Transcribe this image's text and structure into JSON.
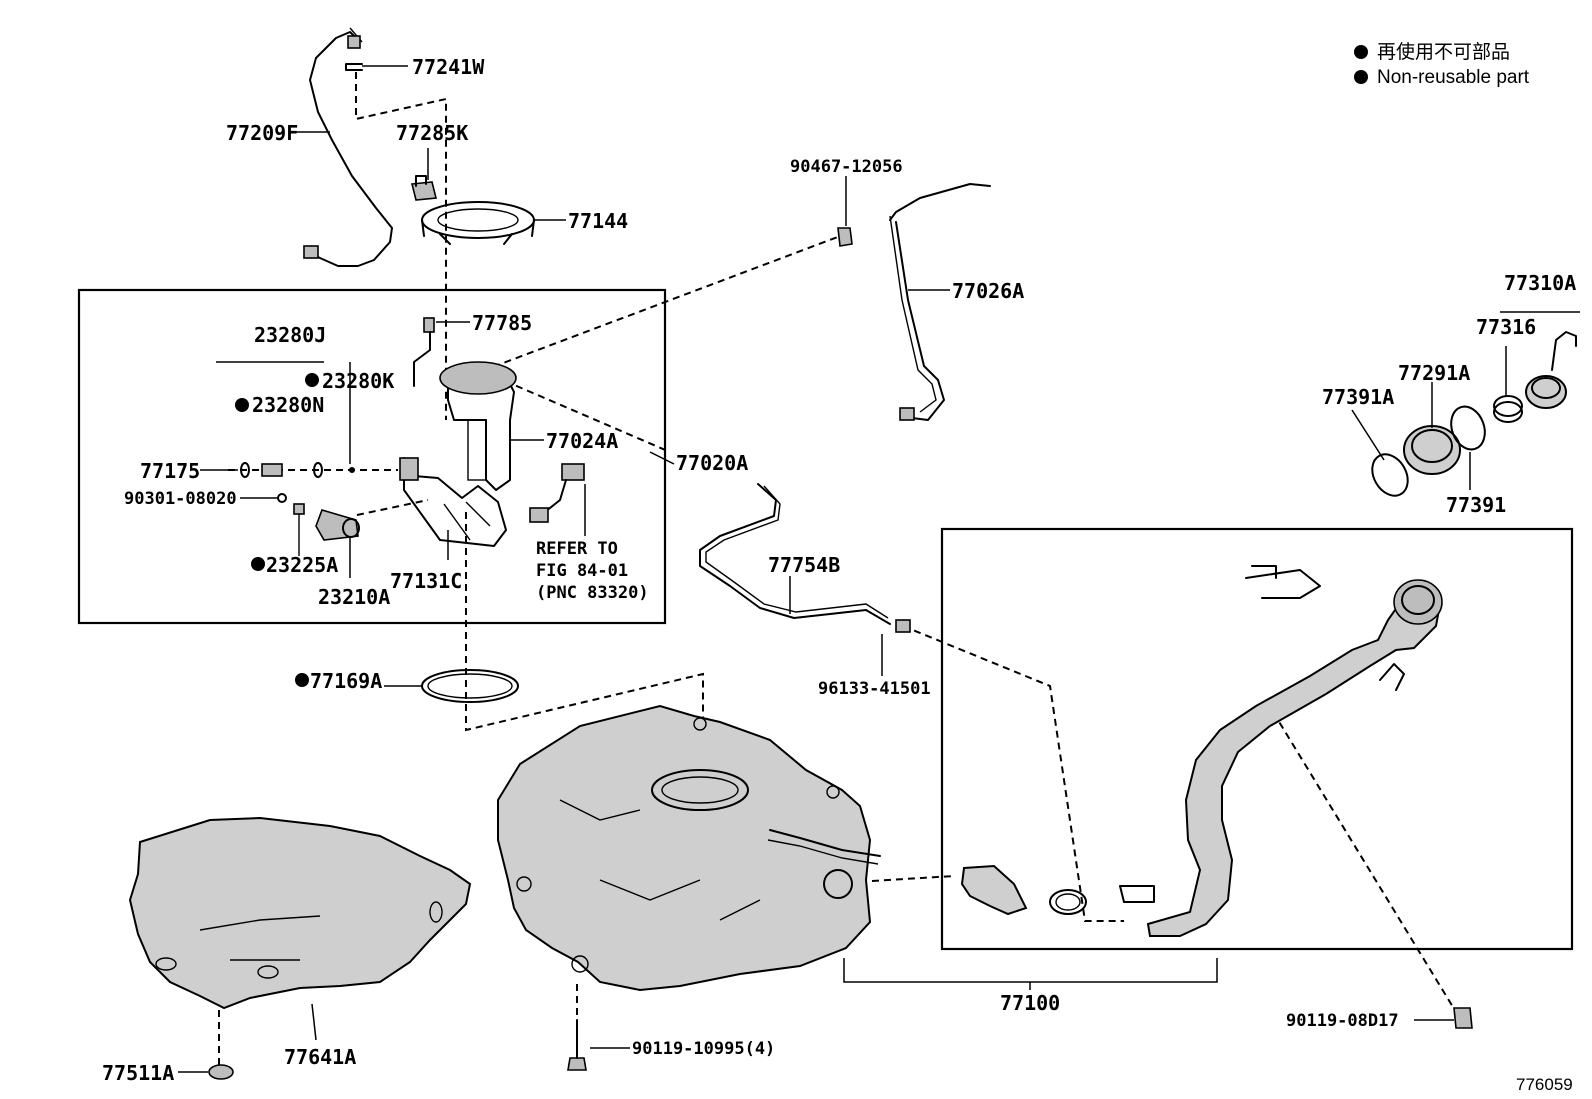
{
  "legend": {
    "line1": "再使用不可部品",
    "line2": "Non-reusable part"
  },
  "figure_number": "776059",
  "note": {
    "line1": "REFER TO",
    "line2": "FIG 84-01",
    "line3": "(PNC 83320)"
  },
  "labels": {
    "p77241W": "77241W",
    "p77209F": "77209F",
    "p77285K": "77285K",
    "p77144": "77144",
    "p90467": "90467-12056",
    "p77026A": "77026A",
    "p77310A": "77310A",
    "p77316": "77316",
    "p77291A": "77291A",
    "p77391A": "77391A",
    "p77391": "77391",
    "p77785": "77785",
    "p23280J": "23280J",
    "p23280K": "23280K",
    "p23280N": "23280N",
    "p77024A": "77024A",
    "p77020A": "77020A",
    "p77175": "77175",
    "p90301": "90301-08020",
    "p23225A": "23225A",
    "p23210A": "23210A",
    "p77131C": "77131C",
    "p77754B": "77754B",
    "p96133": "96133-41501",
    "p77169A": "77169A",
    "p77100": "77100",
    "p90119_10995": "90119-10995(4)",
    "p90119_08D17": "90119-08D17",
    "p77511A": "77511A",
    "p77641A": "77641A"
  }
}
